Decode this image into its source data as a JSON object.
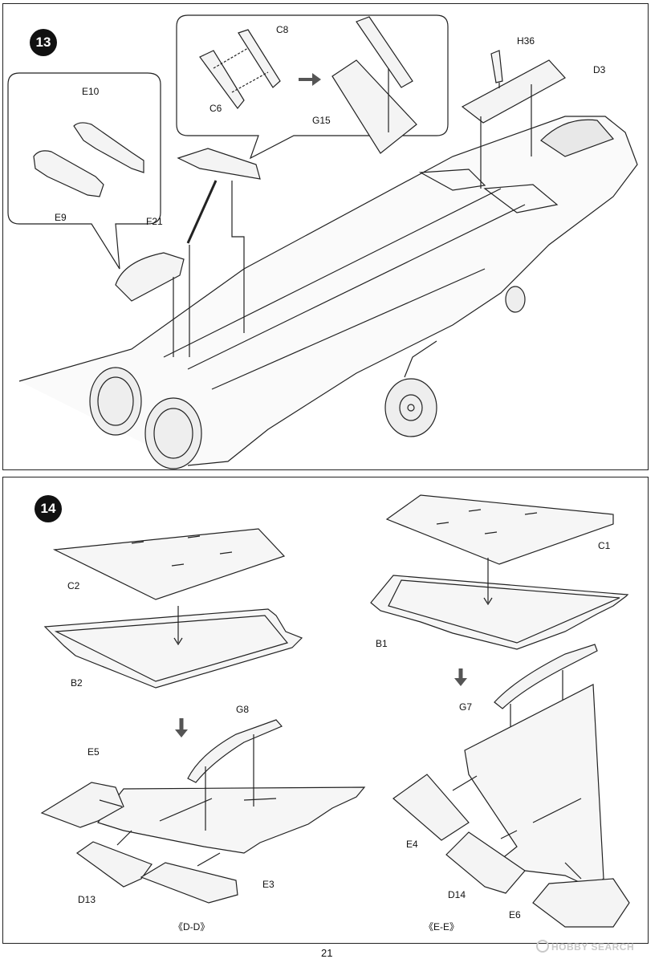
{
  "page_number": "21",
  "watermark": "HOBBY SEARCH",
  "step13": {
    "number": "13",
    "parts": [
      "E10",
      "E9",
      "C8",
      "C6",
      "G15",
      "H36",
      "D3",
      "F21"
    ]
  },
  "step14": {
    "number": "14",
    "parts": [
      "C2",
      "B2",
      "C1",
      "B1",
      "G8",
      "E5",
      "E3",
      "D13",
      "G7",
      "E4",
      "D14",
      "E6"
    ],
    "view_left": "《D-D》",
    "view_right": "《E-E》"
  }
}
